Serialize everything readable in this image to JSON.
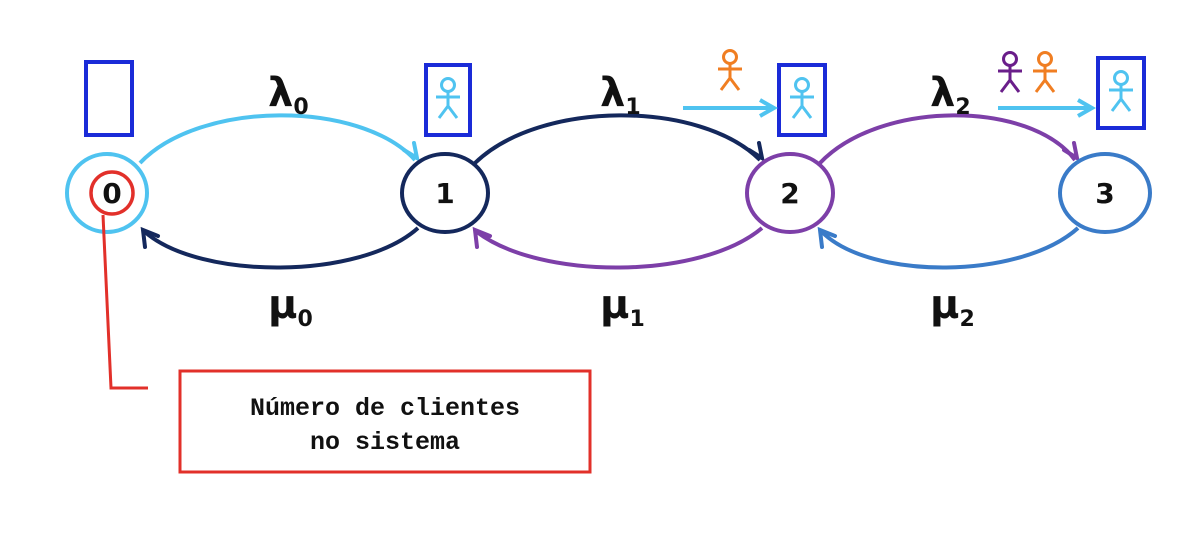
{
  "states": [
    "0",
    "1",
    "2",
    "3"
  ],
  "arrival_rates": [
    {
      "symbol": "λ",
      "subscript": "0"
    },
    {
      "symbol": "λ",
      "subscript": "1"
    },
    {
      "symbol": "λ",
      "subscript": "2"
    }
  ],
  "service_rates": [
    {
      "symbol": "μ",
      "subscript": "0"
    },
    {
      "symbol": "μ",
      "subscript": "1"
    },
    {
      "symbol": "μ",
      "subscript": "2"
    }
  ],
  "annotation": {
    "line1": "Número de clientes",
    "line2": "no sistema"
  },
  "colors": {
    "light_blue": "#4FC3F0",
    "navy": "#14285C",
    "purple": "#7D3FA8",
    "steel_blue": "#3A7BC8",
    "orange": "#F07E22",
    "dark_purple": "#6A1E8A",
    "box_blue": "#1A2BD8",
    "annotation_red": "#E2302A"
  },
  "icons": [
    "queue-box-icon",
    "person-icon"
  ]
}
